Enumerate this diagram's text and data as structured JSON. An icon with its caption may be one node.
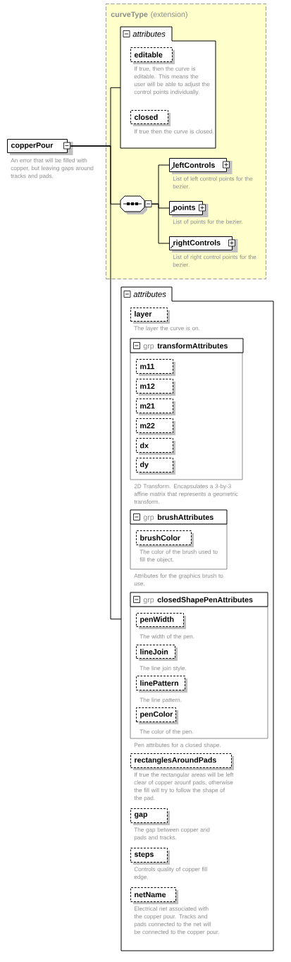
{
  "diagram": {
    "nodes": [
      {
        "text": [
          "copperPour"
        ],
        "beside": [
          "An error that will be filled with copper, but leaving gaps around tracks and pads."
        ]
      },
      {
        "text": [
          "curveType",
          "(extension)"
        ]
      },
      {
        "text": [
          "attributes"
        ],
        "in": 1
      },
      {
        "text": [
          "editable"
        ],
        "in": 2,
        "beside": [
          "If true, then the curve is editable. This means the user will be able to adjust the control points individually."
        ]
      },
      {
        "text": [
          "closed"
        ],
        "in": 2,
        "beside": [
          "If true then the curve is closed."
        ]
      },
      {
        "text": [],
        "shape": "octagon",
        "in": 1
      },
      {
        "text": [
          "leftControls"
        ],
        "in": 1,
        "beside": [
          "List of left control points for the bezier."
        ]
      },
      {
        "text": [
          "points"
        ],
        "in": 1,
        "beside": [
          "List of points for the bezier."
        ]
      },
      {
        "text": [
          "rightControls"
        ],
        "in": 1,
        "beside": [
          "List of right control points for the bezier."
        ]
      },
      {
        "text": [
          "attributes"
        ]
      },
      {
        "text": [
          "layer"
        ],
        "in": 9,
        "beside": [
          "The layer the curve is on."
        ]
      },
      {
        "text": [
          "grp",
          "transformAttributes"
        ],
        "in": 9,
        "beside": [
          "2D Transform. Encapsulates a 3-by-3 affine matrix that represents a geometric transform."
        ]
      },
      {
        "text": [
          "m11"
        ],
        "in": 11
      },
      {
        "text": [
          "m12"
        ],
        "in": 11
      },
      {
        "text": [
          "m21"
        ],
        "in": 11
      },
      {
        "text": [
          "m22"
        ],
        "in": 11
      },
      {
        "text": [
          "dx"
        ],
        "in": 11
      },
      {
        "text": [
          "dy"
        ],
        "in": 11
      },
      {
        "text": [
          "grp",
          "brushAttributes"
        ],
        "in": 9,
        "beside": [
          "Attributes for the graphics brush to use."
        ]
      },
      {
        "text": [
          "brushColor"
        ],
        "in": 18,
        "beside": [
          "The color of the brush used to fill the object."
        ]
      },
      {
        "text": [
          "grp",
          "closedShapePenAttributes"
        ],
        "in": 9,
        "beside": [
          "Pen attributes for a closed shape."
        ]
      },
      {
        "text": [
          "penWidth"
        ],
        "in": 20,
        "beside": [
          "The width of the pen."
        ]
      },
      {
        "text": [
          "lineJoin"
        ],
        "in": 20,
        "beside": [
          "The line join style."
        ]
      },
      {
        "text": [
          "linePattern"
        ],
        "in": 20,
        "beside": [
          "The line pattern."
        ]
      },
      {
        "text": [
          "penColor"
        ],
        "in": 20,
        "beside": [
          "The color of the pen."
        ]
      },
      {
        "text": [
          "rectanglesAroundPads"
        ],
        "in": 9,
        "beside": [
          "If true the rectangular areas will be left clear of copper arounf pads, otherwise the fill will try to follow the shape of the pad."
        ]
      },
      {
        "text": [
          "gap"
        ],
        "in": 9,
        "beside": [
          "The gap between copper and pads and tracks."
        ]
      },
      {
        "text": [
          "steps"
        ],
        "in": 9,
        "beside": [
          "Controls quality of copper fill edge."
        ]
      },
      {
        "text": [
          "netName"
        ],
        "in": 9,
        "beside": [
          "Electrical net associated with the copper pour. Tracks and pads connected to the net will be connected to the copper pour."
        ]
      }
    ],
    "edges": [
      {
        "from": 0,
        "to": 2,
        "arrow": "none"
      },
      {
        "from": 0,
        "to": 5,
        "arrow": "none"
      },
      {
        "from": 0,
        "to": 9,
        "arrow": "none"
      },
      {
        "from": 5,
        "to": 6,
        "arrow": "none"
      },
      {
        "from": 5,
        "to": 7,
        "arrow": "none"
      },
      {
        "from": 5,
        "to": 8,
        "arrow": "none"
      }
    ]
  }
}
